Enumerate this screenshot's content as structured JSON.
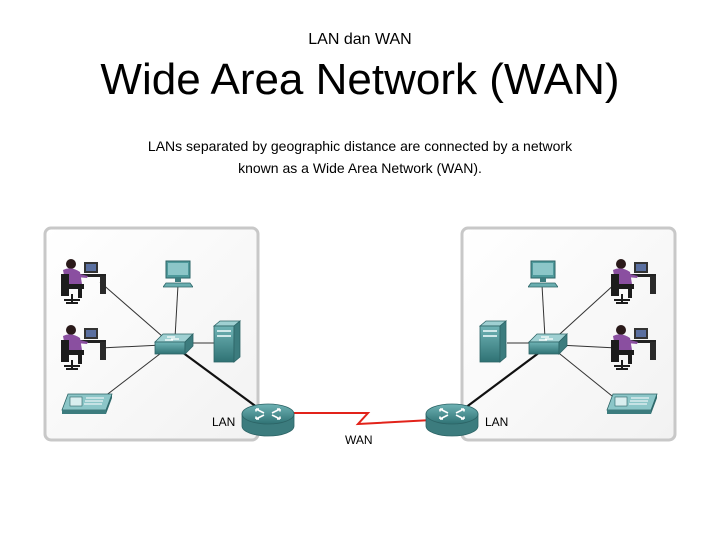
{
  "header": {
    "subtitle": "LAN dan WAN",
    "title": "Wide Area Network (WAN)"
  },
  "caption": {
    "line1": "LANs separated by geographic distance are connected by a network",
    "line2": "known as a Wide Area Network (WAN)."
  },
  "diagram": {
    "left_lan_label": "LAN",
    "right_lan_label": "LAN",
    "wan_label": "WAN",
    "colors": {
      "wan_link": "#e2231a",
      "device_teal": "#3f8a8c",
      "person_purple": "#8a4fa0",
      "panel_border": "#c8c8c8"
    }
  }
}
